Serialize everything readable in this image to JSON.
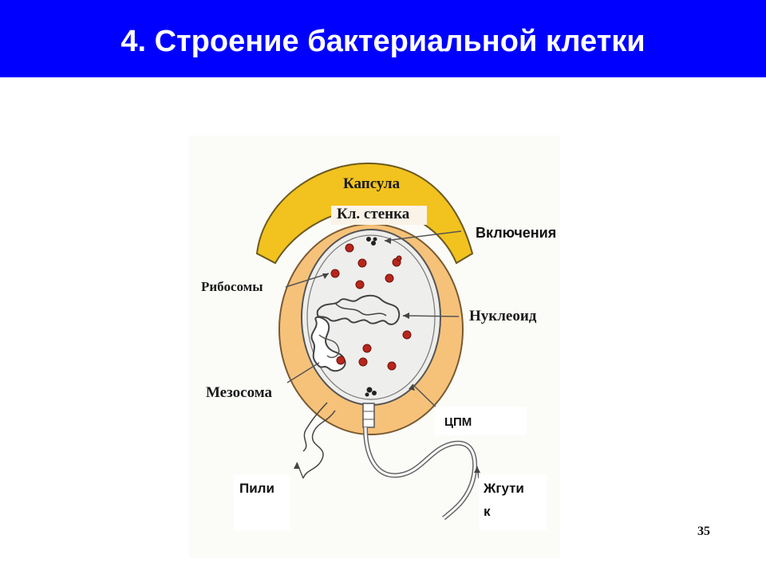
{
  "slide": {
    "title": "4. Строение бактериальной клетки",
    "page_number": "35"
  },
  "labels": {
    "capsule": "Капсула",
    "cell_wall": "Кл. стенка",
    "inclusions": "Включения",
    "ribosomes": "Рибосомы",
    "nucleoid": "Нуклеоид",
    "mesosome": "Мезосома",
    "cpm": "ЦПМ",
    "pili": "Пили",
    "flagellum_line1": "Жгути",
    "flagellum_line2": "к"
  },
  "colors": {
    "title_bar": "#0000ff",
    "title_text": "#ffffff",
    "capsule": "#f2c21e",
    "cell_wall": "#f6c27a",
    "cytoplasm": "#eeeeec",
    "ribosome": "#b8261c"
  }
}
